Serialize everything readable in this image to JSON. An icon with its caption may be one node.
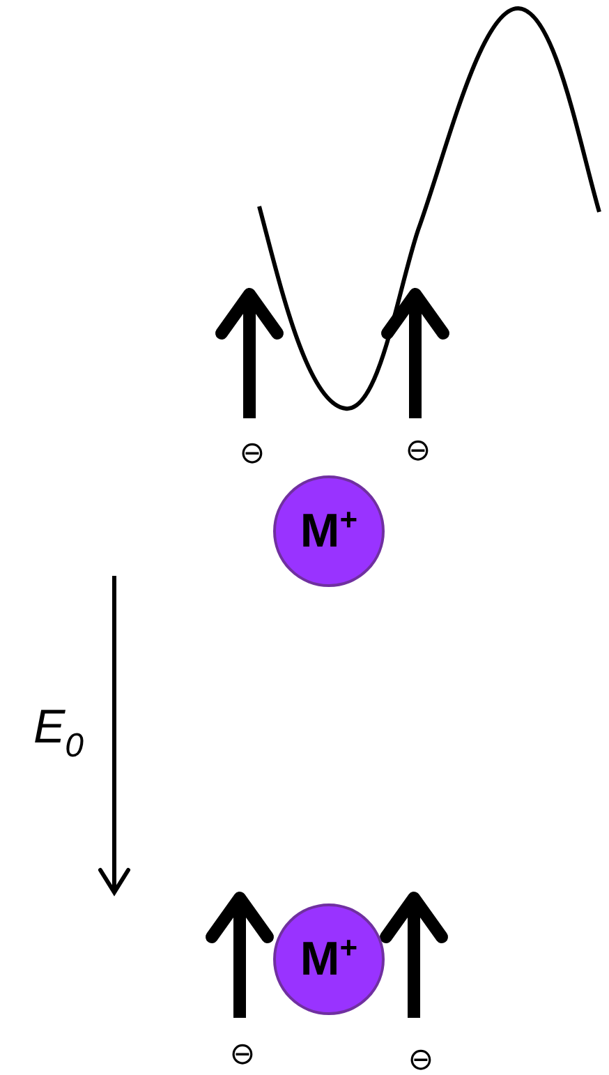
{
  "diagram": {
    "nodes": [
      {
        "text": [
          "M$^{+}$"
        ]
      },
      {
        "text": [
          "M$^{+}$"
        ]
      }
    ],
    "labels": [
      "⊖",
      "⊖",
      "E$_{0}$",
      "⊖",
      "⊖"
    ]
  }
}
